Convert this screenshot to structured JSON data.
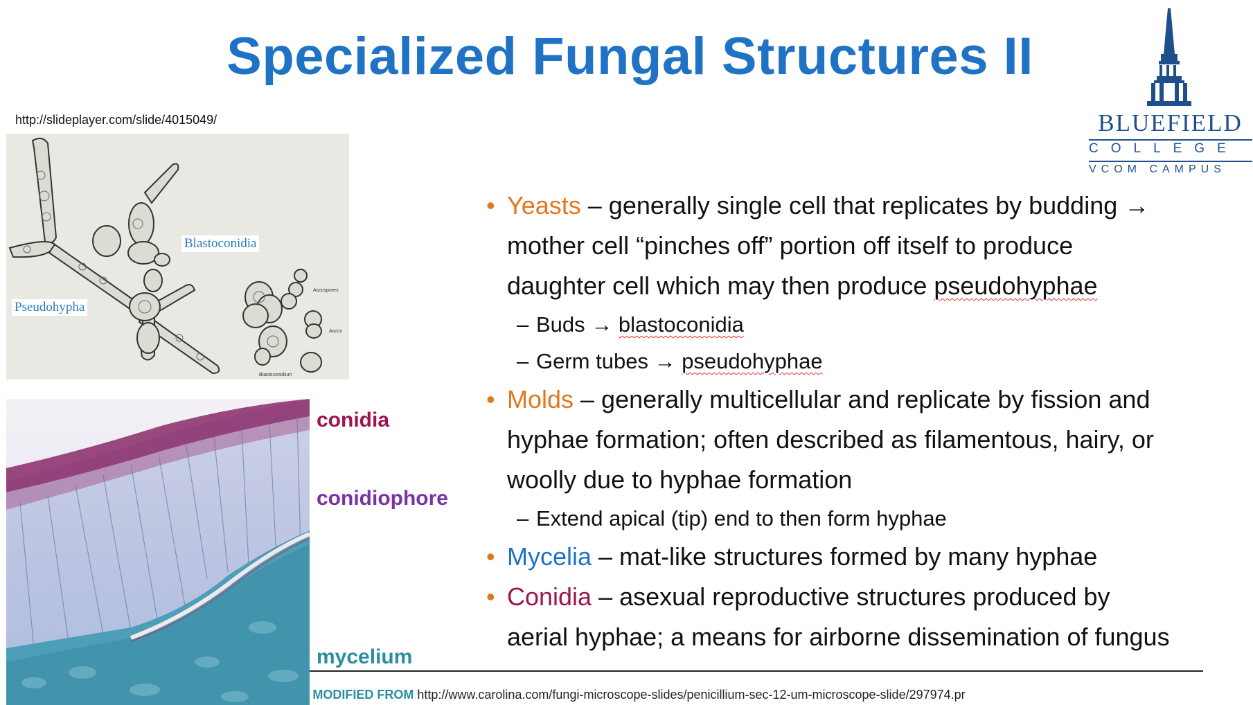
{
  "slide": {
    "title": "Specialized Fungal Structures II",
    "source_top": "http://slideplayer.com/slide/4015049/",
    "source_bottom_prefix": "MODIFIED FROM",
    "source_bottom_url": "http://www.carolina.com/fungi-microscope-slides/penicillium-sec-12-um-microscope-slide/297974.pr"
  },
  "logo": {
    "name": "BLUEFIELD",
    "line2": "COLLEGE",
    "line3": "VCOM CAMPUS",
    "color": "#1f4e8c"
  },
  "yeast_image": {
    "label_blastoconidia": "Blastoconidia",
    "label_pseudohypha": "Pseudohypha",
    "small_ascospores": "Ascospores",
    "small_ascus": "Ascus",
    "small_blastoconidium": "Blastoconidium"
  },
  "mold_image": {
    "label_conidia": "conidia",
    "label_conidiophore": "conidiophore",
    "label_mycelium": "mycelium"
  },
  "bullets": {
    "yeasts": {
      "term": "Yeasts",
      "line1": " – generally single cell that replicates by budding →",
      "line2": "mother cell “pinches off” portion off itself to produce",
      "line3_pre": "daughter cell which may then produce ",
      "line3_word": "pseudohyphae",
      "sub1_pre": "Buds → ",
      "sub1_word": "blastoconidia",
      "sub2_pre": "Germ tubes → ",
      "sub2_word": "pseudohyphae"
    },
    "molds": {
      "term": "Molds",
      "line1": " – generally multicellular and replicate by fission and",
      "line2": "hyphae formation; often described as filamentous, hairy, or",
      "line3": "woolly due to hyphae formation",
      "sub1": "Extend apical (tip) end to then form hyphae"
    },
    "mycelia": {
      "term": "Mycelia",
      "text": " – mat-like structures formed by many hyphae"
    },
    "conidia": {
      "term": "Conidia",
      "line1": " – asexual reproductive structures produced by",
      "line2": "aerial hyphae; a means for airborne dissemination of fungus"
    },
    "bullet_char": "•",
    "dash_char": "–"
  },
  "colors": {
    "title": "#1f72c4",
    "orange_term": "#e07820",
    "blue_term": "#1f72c4",
    "crimson_term": "#a0144e",
    "conidiophore_label": "#7a32a8",
    "mycelium_label": "#2a8ea0"
  }
}
